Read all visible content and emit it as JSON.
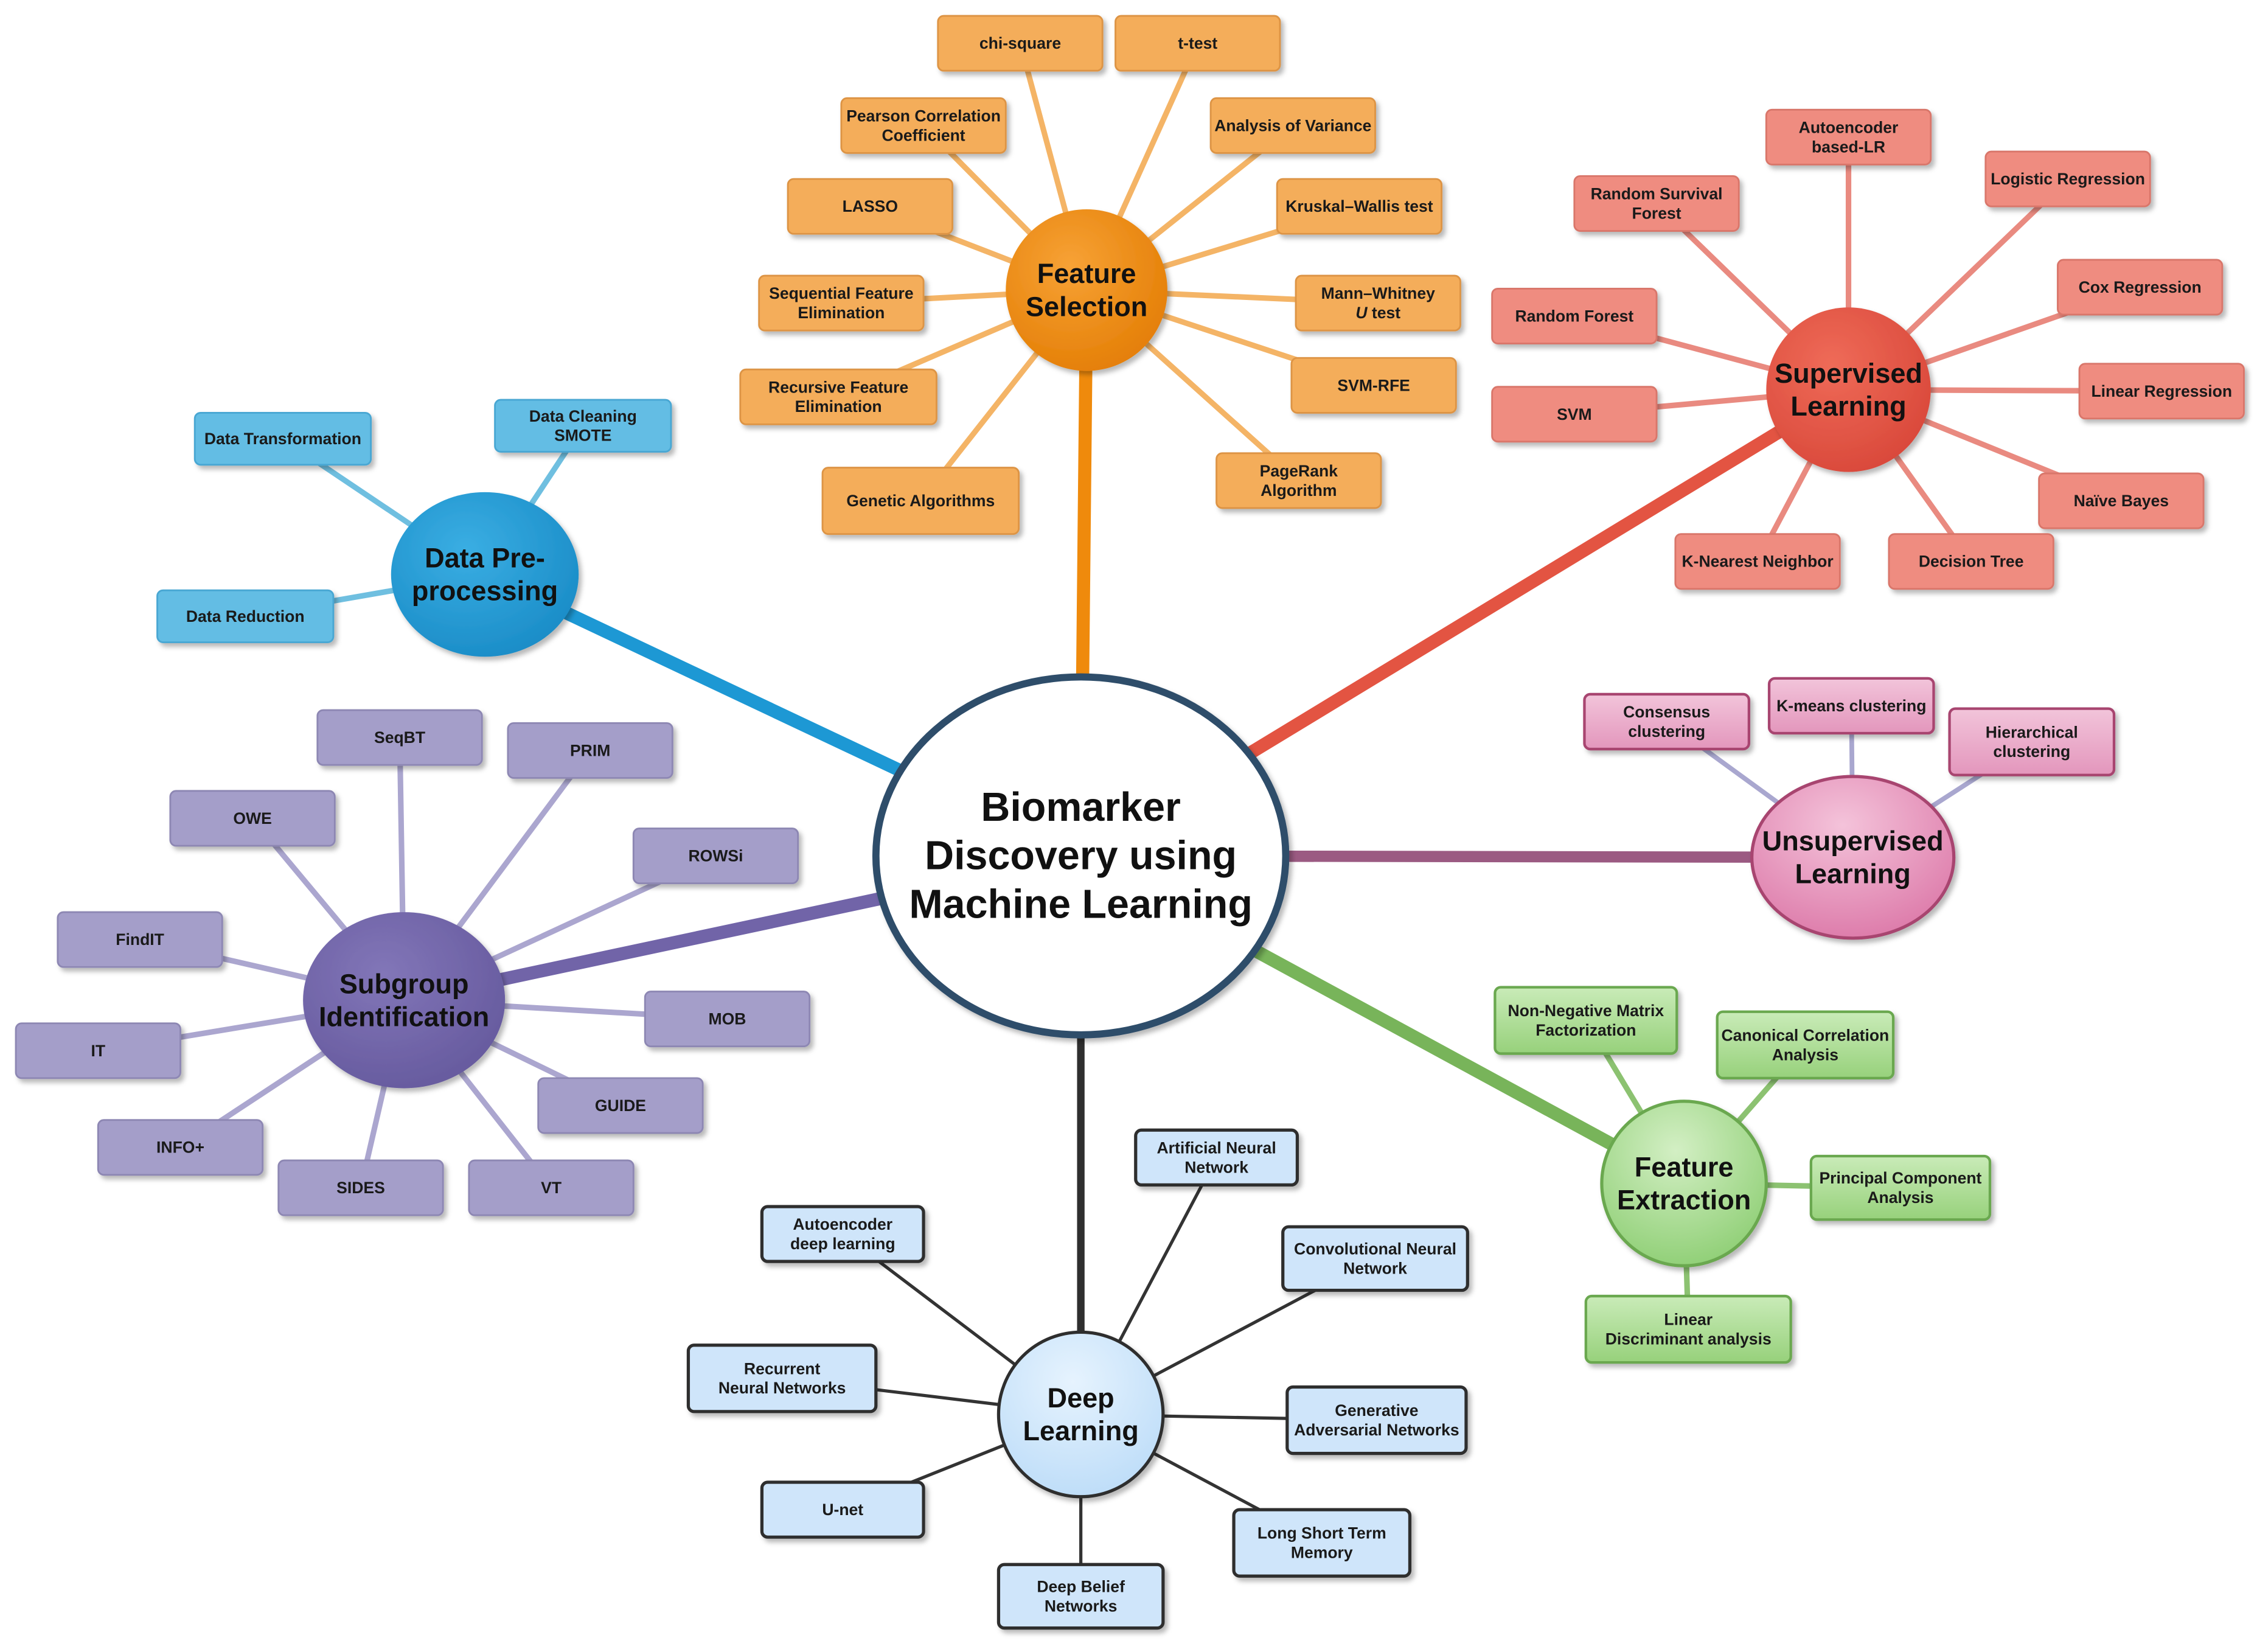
{
  "center": {
    "lines": [
      "Biomarker",
      "Discovery using",
      "Machine Learning"
    ],
    "fill": "#ffffff",
    "stroke": "#2e4d6b"
  },
  "branches": [
    {
      "id": "feature-selection",
      "title": [
        "Feature",
        "Selection"
      ],
      "color": "#ef8a0c",
      "node_fill": "#f4ad5a",
      "node_stroke": "#dd9444",
      "line_color": "#f4b466",
      "text_color": "#1a1a1a",
      "nodes": [
        {
          "lines": [
            "chi-square"
          ]
        },
        {
          "lines": [
            "t-test"
          ]
        },
        {
          "lines": [
            "Pearson Correlation",
            "Coefficient"
          ]
        },
        {
          "lines": [
            "Analysis of Variance"
          ]
        },
        {
          "lines": [
            "LASSO"
          ]
        },
        {
          "lines": [
            "Kruskal–Wallis test"
          ]
        },
        {
          "lines": [
            "Sequential Feature",
            "Elimination"
          ]
        },
        {
          "lines": [
            "Mann–Whitney",
            "U test"
          ]
        },
        {
          "lines": [
            "Recursive Feature",
            "Elimination"
          ]
        },
        {
          "lines": [
            "SVM-RFE"
          ]
        },
        {
          "lines": [
            "Genetic Algorithms"
          ]
        },
        {
          "lines": [
            "PageRank",
            "Algorithm"
          ]
        }
      ]
    },
    {
      "id": "supervised-learning",
      "title": [
        "Supervised",
        "Learning"
      ],
      "color": "#e35442",
      "node_fill": "#ef8c80",
      "node_stroke": "#d9766b",
      "line_color": "#e98a80",
      "text_color": "#1a1a1a",
      "nodes": [
        {
          "lines": [
            "Autoencoder",
            "based-LR"
          ]
        },
        {
          "lines": [
            "Random Survival",
            "Forest"
          ]
        },
        {
          "lines": [
            "Logistic Regression"
          ]
        },
        {
          "lines": [
            "Cox Regression"
          ]
        },
        {
          "lines": [
            "Random Forest"
          ]
        },
        {
          "lines": [
            "SVM"
          ]
        },
        {
          "lines": [
            "Linear Regression"
          ]
        },
        {
          "lines": [
            "Naïve Bayes"
          ]
        },
        {
          "lines": [
            "K-Nearest Neighbor"
          ]
        },
        {
          "lines": [
            "Decision Tree"
          ]
        }
      ]
    },
    {
      "id": "data-preprocessing",
      "title": [
        "Data Pre-",
        "processing"
      ],
      "color": "#1d98d4",
      "node_fill": "#63bde4",
      "node_stroke": "#48a7d3",
      "line_color": "#6fbfe0",
      "text_color": "#1a1a1a",
      "nodes": [
        {
          "lines": [
            "Data Transformation"
          ]
        },
        {
          "lines": [
            "Data Cleaning",
            "SMOTE"
          ]
        },
        {
          "lines": [
            "Data Reduction"
          ]
        }
      ]
    },
    {
      "id": "unsupervised-learning",
      "title": [
        "Unsupervised",
        "Learning"
      ],
      "color": "#e48ab3",
      "node_fill": "#e7a3c4",
      "node_stroke": "#a8456f",
      "line_color": "#a9a7cf",
      "text_color": "#1a1a1a",
      "nodes": [
        {
          "lines": [
            "Consensus",
            "clustering"
          ]
        },
        {
          "lines": [
            "K-means clustering"
          ]
        },
        {
          "lines": [
            "Hierarchical",
            "clustering"
          ]
        }
      ]
    },
    {
      "id": "subgroup-identification",
      "title": [
        "Subgroup",
        "Identification"
      ],
      "color": "#7164a8",
      "node_fill": "#a49ec9",
      "node_stroke": "#8d87b3",
      "line_color": "#aba6cf",
      "text_color": "#1a1a1a",
      "nodes": [
        {
          "lines": [
            "SeqBT"
          ]
        },
        {
          "lines": [
            "PRIM"
          ]
        },
        {
          "lines": [
            "OWE"
          ]
        },
        {
          "lines": [
            "ROWSi"
          ]
        },
        {
          "lines": [
            "FindIT"
          ]
        },
        {
          "lines": [
            "MOB"
          ]
        },
        {
          "lines": [
            "IT"
          ]
        },
        {
          "lines": [
            "GUIDE"
          ]
        },
        {
          "lines": [
            "INFO+"
          ]
        },
        {
          "lines": [
            "SIDES"
          ]
        },
        {
          "lines": [
            "VT"
          ]
        }
      ]
    },
    {
      "id": "feature-extraction",
      "title": [
        "Feature",
        "Extraction"
      ],
      "color": "#8fcf7a",
      "node_fill": "#a6d98d",
      "node_stroke": "#6aa84f",
      "line_color": "#8cc271",
      "text_color": "#1a1a1a",
      "nodes": [
        {
          "lines": [
            "Non-Negative Matrix",
            "Factorization"
          ]
        },
        {
          "lines": [
            "Canonical Correlation",
            "Analysis"
          ]
        },
        {
          "lines": [
            "Principal Component",
            "Analysis"
          ]
        },
        {
          "lines": [
            "Linear",
            "Discriminant analysis"
          ]
        }
      ]
    },
    {
      "id": "deep-learning",
      "title": [
        "Deep",
        "Learning"
      ],
      "color": "#cde6fb",
      "node_fill": "#cfe5fa",
      "node_stroke": "#2f2f2f",
      "line_color": "#333333",
      "text_color": "#1a1a1a",
      "nodes": [
        {
          "lines": [
            "Artificial Neural",
            "Network"
          ]
        },
        {
          "lines": [
            "Autoencoder",
            "deep learning"
          ]
        },
        {
          "lines": [
            "Convolutional Neural",
            "Network"
          ]
        },
        {
          "lines": [
            "Recurrent",
            "Neural Networks"
          ]
        },
        {
          "lines": [
            "Generative",
            "Adversarial Networks"
          ]
        },
        {
          "lines": [
            "U-net"
          ]
        },
        {
          "lines": [
            "Long Short Term",
            "Memory"
          ]
        },
        {
          "lines": [
            "Deep Belief",
            "Networks"
          ]
        }
      ]
    }
  ]
}
